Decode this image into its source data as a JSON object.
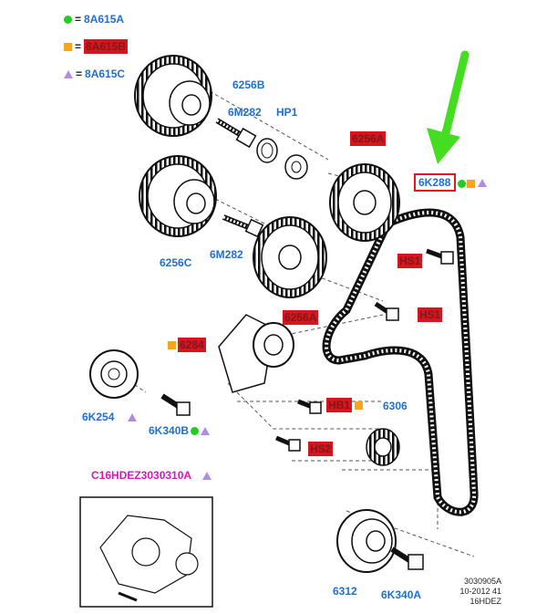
{
  "legend": [
    {
      "symbol": "green-dot",
      "eq": "=",
      "code": "8A615A"
    },
    {
      "symbol": "orange-square",
      "eq": "=",
      "code": "8A615B"
    },
    {
      "symbol": "purple-triangle",
      "eq": "=",
      "code": "8A615C"
    }
  ],
  "labels": {
    "p6256b": "6256B",
    "p6m282_top": "6M282",
    "hp1": "HP1",
    "p6256a_top": "6256A",
    "p6k288": "6K288",
    "p6256c": "6256C",
    "p6m282_bot": "6M282",
    "hs1_upper": "HS1",
    "hs1_lower": "HS1",
    "p6256a_mid": "6256A",
    "p6284": "6284",
    "p6k254": "6K254",
    "p6k340b": "6K340B",
    "hb1": "HB1",
    "p6306": "6306",
    "hs2": "HS2",
    "kit": "C16HDEZ3030310A",
    "p6312": "6312",
    "p6k340a": "6K340A"
  },
  "reference": {
    "line1": "3030905A",
    "line2": "10-2012 41",
    "line3": "16HDEZ"
  },
  "colors": {
    "label_blue": "#1f6fd1",
    "highlight_red": "#d8141c",
    "arrow_green": "#44dd22",
    "kit_pink": "#d31ab8",
    "dot_green": "#22cc22",
    "square_orange": "#f7a51c",
    "triangle_purple": "#b58be0"
  }
}
